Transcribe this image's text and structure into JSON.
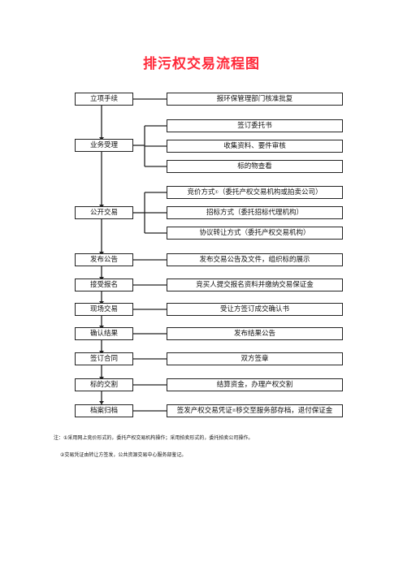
{
  "title": "排污权交易流程图",
  "steps": [
    "立项手续",
    "业务受理",
    "公开交易",
    "发布公告",
    "接受报名",
    "现场交易",
    "确认结果",
    "签订合同",
    "标的交割",
    "档案归档"
  ],
  "details": [
    "报环保管理部门核准批复",
    "签订委托书",
    "收集资料、要件审核",
    "标的物查看",
    "竞价方式",
    "（委托产权交易机构或拍卖公司）",
    "招标方式（委托招标代理机构）",
    "协议转让方式（委托产权交易机构）",
    "发布交易公告及文件，组织标的展示",
    "竞买人提交报名资料并缴纳交易保证金",
    "受让方签订成交确认书",
    "发布结果公告",
    "双方签章",
    "结算资金，办理产权交割",
    "签发产权交易凭证",
    "移交至服务部存档，退付保证金"
  ],
  "notes": [
    "注：①采用网上竞价形式的，委托产权交易机构操作；采用拍卖形式的，委托拍卖公司操作。",
    "②交易凭证由转让方签发，公共资源交易中心服务部鉴记。"
  ],
  "markers": {
    "one": "①",
    "two": "②"
  }
}
